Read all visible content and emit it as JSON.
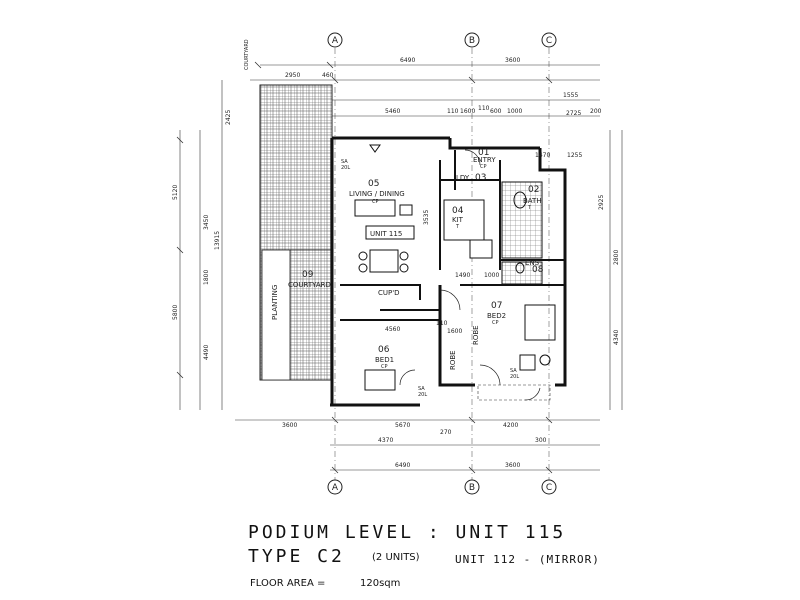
{
  "title": {
    "line1": "PODIUM LEVEL : UNIT 115",
    "line2": "TYPE C2",
    "units_note": "(2 UNITS)",
    "mirror_note": "UNIT 112 - (MIRROR)",
    "floor_area_label": "FLOOR AREA =",
    "floor_area_value": "120sqm"
  },
  "grid": {
    "a": "A",
    "b": "B",
    "c": "C"
  },
  "rooms": {
    "entry": {
      "num": "01",
      "name": "ENTRY",
      "finish": "CP"
    },
    "bath": {
      "num": "02",
      "name": "BATH",
      "finish": "T"
    },
    "ldy": {
      "num": "03",
      "name": "LDY"
    },
    "kit": {
      "num": "04",
      "name": "KIT",
      "finish": "T"
    },
    "living": {
      "num": "05",
      "name": "LIVING / DINING",
      "finish": "CP"
    },
    "bed1": {
      "num": "06",
      "name": "BED1",
      "finish": "CP"
    },
    "bed2": {
      "num": "07",
      "name": "BED2",
      "finish": "CP"
    },
    "ens": {
      "num": "08",
      "name": "ENS"
    },
    "courtyard": {
      "num": "09",
      "name": "COURTYARD"
    },
    "unit_label": "UNIT 115",
    "planting": "PLANTING",
    "courtyard_top": "COURTYARD",
    "robe": "ROBE",
    "cupd": "CUP'D",
    "sa1": "SA",
    "sa_ref": "20L"
  },
  "dims": {
    "top_6490": "6490",
    "top_3600": "3600",
    "d2950": "2950",
    "d460": "460",
    "d5460": "5460",
    "d110a": "110",
    "d1600": "1600",
    "d110b": "110",
    "d600": "600",
    "d1000": "1000",
    "d1555": "1555",
    "d200": "200",
    "d2725": "2725",
    "d1470": "1470",
    "d1255": "1255",
    "d3535": "3535",
    "d2925": "2925",
    "d4560": "4560",
    "d110c": "110",
    "d1600b": "1600",
    "d1490": "1490",
    "d1000b": "1000",
    "b3600": "3600",
    "b5670": "5670",
    "b4200": "4200",
    "b4370": "4370",
    "b270": "270",
    "b300": "300",
    "b6490": "6490",
    "b3600b": "3600",
    "l5120": "5120",
    "l5800": "5800",
    "l13915": "13915",
    "l3450": "3450",
    "l1800": "1800",
    "l4490": "4490",
    "r4340": "4340",
    "r2800": "2800",
    "d2425": "2425"
  },
  "colors": {
    "line": "#1a1a1a",
    "hatch": "#444444",
    "paper": "#ffffff"
  }
}
